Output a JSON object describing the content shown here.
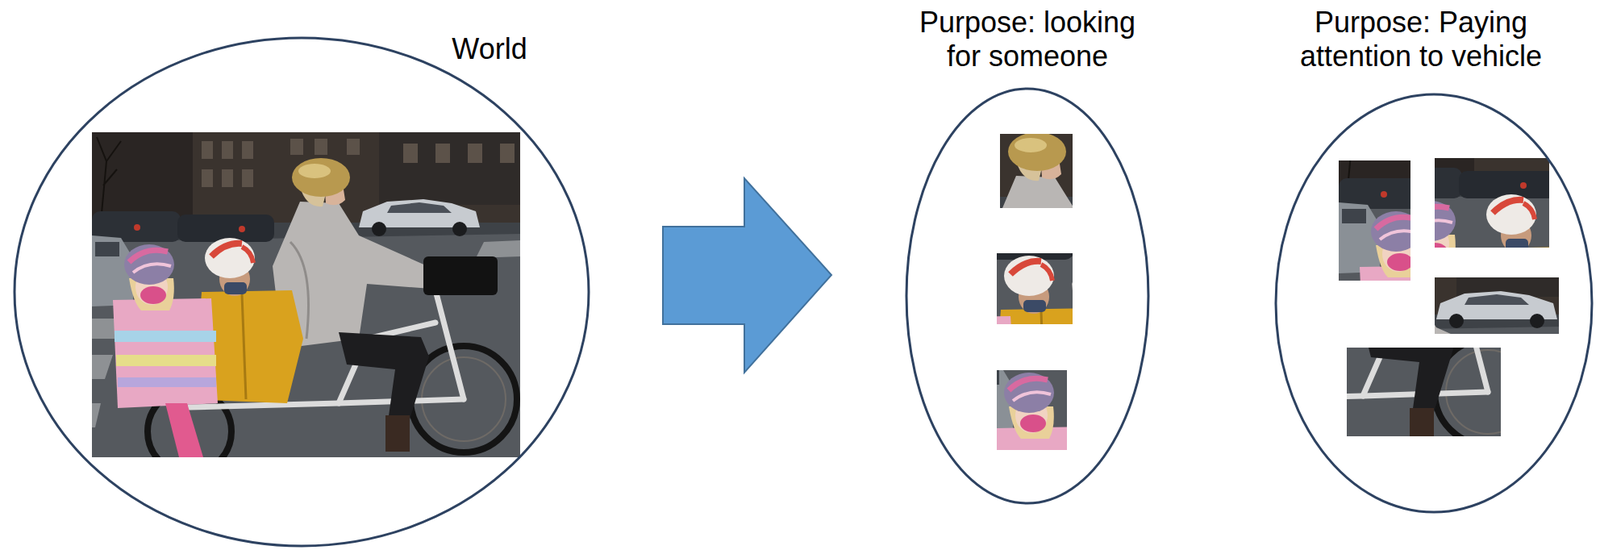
{
  "diagram": {
    "nodes": [
      {
        "text": [
          "World"
        ]
      },
      {
        "text": [
          "Purpose: looking for someone"
        ]
      },
      {
        "text": [
          "Purpose: Paying attention to vehicle"
        ]
      }
    ]
  }
}
